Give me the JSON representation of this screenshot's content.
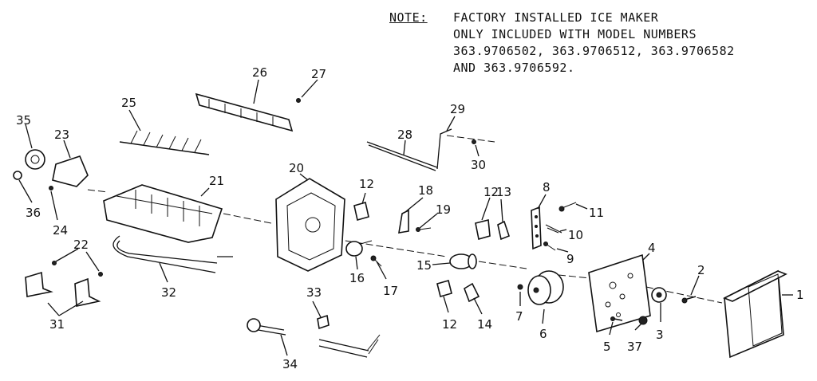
{
  "note": {
    "heading": "NOTE:",
    "lines": [
      "FACTORY INSTALLED ICE MAKER",
      "ONLY INCLUDED WITH MODEL NUMBERS",
      "363.9706502, 363.9706512, 363.9706582",
      "AND 363.9706592."
    ]
  },
  "parts": [
    {
      "label": "1"
    },
    {
      "label": "2"
    },
    {
      "label": "3"
    },
    {
      "label": "4"
    },
    {
      "label": "5"
    },
    {
      "label": "6"
    },
    {
      "label": "7"
    },
    {
      "label": "8"
    },
    {
      "label": "9"
    },
    {
      "label": "10"
    },
    {
      "label": "11"
    },
    {
      "label": "12"
    },
    {
      "label": "12"
    },
    {
      "label": "12"
    },
    {
      "label": "13"
    },
    {
      "label": "14"
    },
    {
      "label": "15"
    },
    {
      "label": "16"
    },
    {
      "label": "17"
    },
    {
      "label": "18"
    },
    {
      "label": "19"
    },
    {
      "label": "20"
    },
    {
      "label": "21"
    },
    {
      "label": "22"
    },
    {
      "label": "23"
    },
    {
      "label": "24"
    },
    {
      "label": "25"
    },
    {
      "label": "26"
    },
    {
      "label": "27"
    },
    {
      "label": "28"
    },
    {
      "label": "29"
    },
    {
      "label": "30"
    },
    {
      "label": "31"
    },
    {
      "label": "32"
    },
    {
      "label": "33"
    },
    {
      "label": "34"
    },
    {
      "label": "35"
    },
    {
      "label": "36"
    },
    {
      "label": "37"
    }
  ]
}
